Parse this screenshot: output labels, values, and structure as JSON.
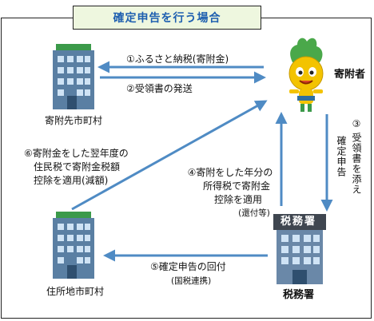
{
  "title": "確定申告を行う場合",
  "nodes": {
    "donation_city": "寄附先市町村",
    "donor": "寄附者",
    "residence_city": "住所地市町村",
    "tax_office": "税務署",
    "tax_office_sign": "税務署"
  },
  "steps": {
    "s1": "①ふるさと納税(寄附金)",
    "s2": "②受領書の発送",
    "s3_num": "③",
    "s3_main": "受領書を添え",
    "s3_sub": "確定申告",
    "s4_line1": "④寄附をした年分の",
    "s4_line2": "所得税で寄附金",
    "s4_line3": "控除を適用",
    "s4_note": "(還付等)",
    "s5": "⑤確定申告の回付",
    "s5_note": "(国税連携)",
    "s6_line1": "⑥寄附金をした翌年度の",
    "s6_line2": "住民税で寄附金税額",
    "s6_line3": "控除を適用(減額)"
  },
  "colors": {
    "arrow": "#4f8bc4",
    "title_text": "#1e5fb0",
    "title_bg": "#eef7df",
    "building": "#5a7fa3",
    "building_top": "#3b9a4a",
    "mascot": "#f3c300"
  }
}
